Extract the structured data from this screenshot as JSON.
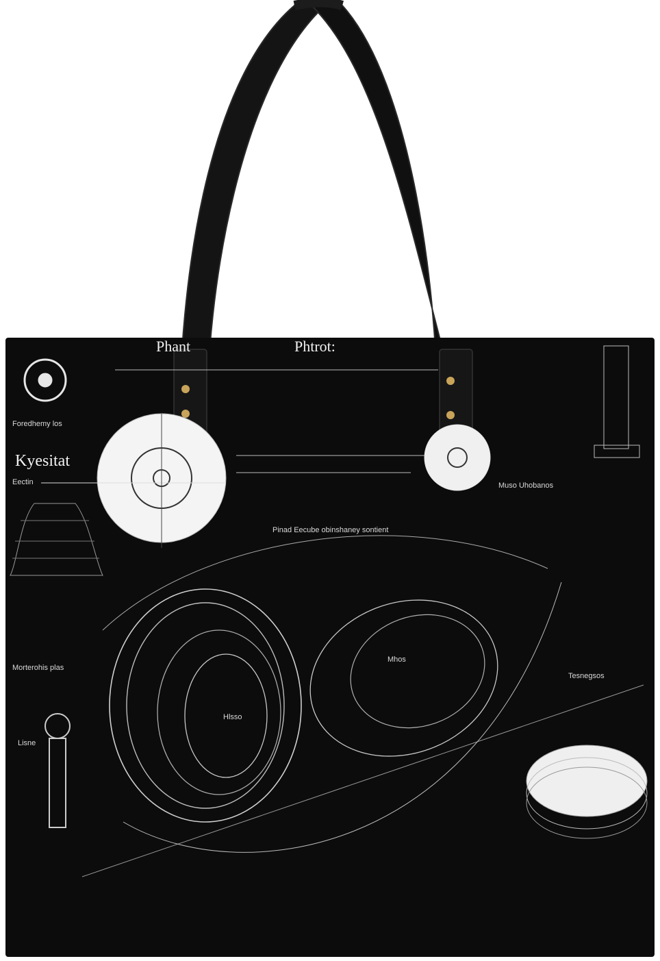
{
  "image": {
    "subject": "Black tote bag with scientific-diagram print and leather handles",
    "colors": {
      "bag": "#0c0c0c",
      "print": "#e6e6e6",
      "handle": "#111111",
      "rivet": "#c8a45a",
      "background": "#ffffff"
    }
  },
  "print_labels": {
    "title_left": "Phant",
    "title_center": "Phtrot:",
    "left_heading": "Kyesitat",
    "left_caption_1": "Foredhemy los",
    "left_caption_2": "Eectin",
    "left_caption_3": "Morterohis plas",
    "left_caption_4": "Lisne",
    "center_caption": "Pinad Eecube obinshaney sontient",
    "right_caption_1": "Muso Uhobanos",
    "right_caption_2": "Tesnegsos",
    "ring_label": "Hlsso",
    "oval_label": "Mhos"
  }
}
